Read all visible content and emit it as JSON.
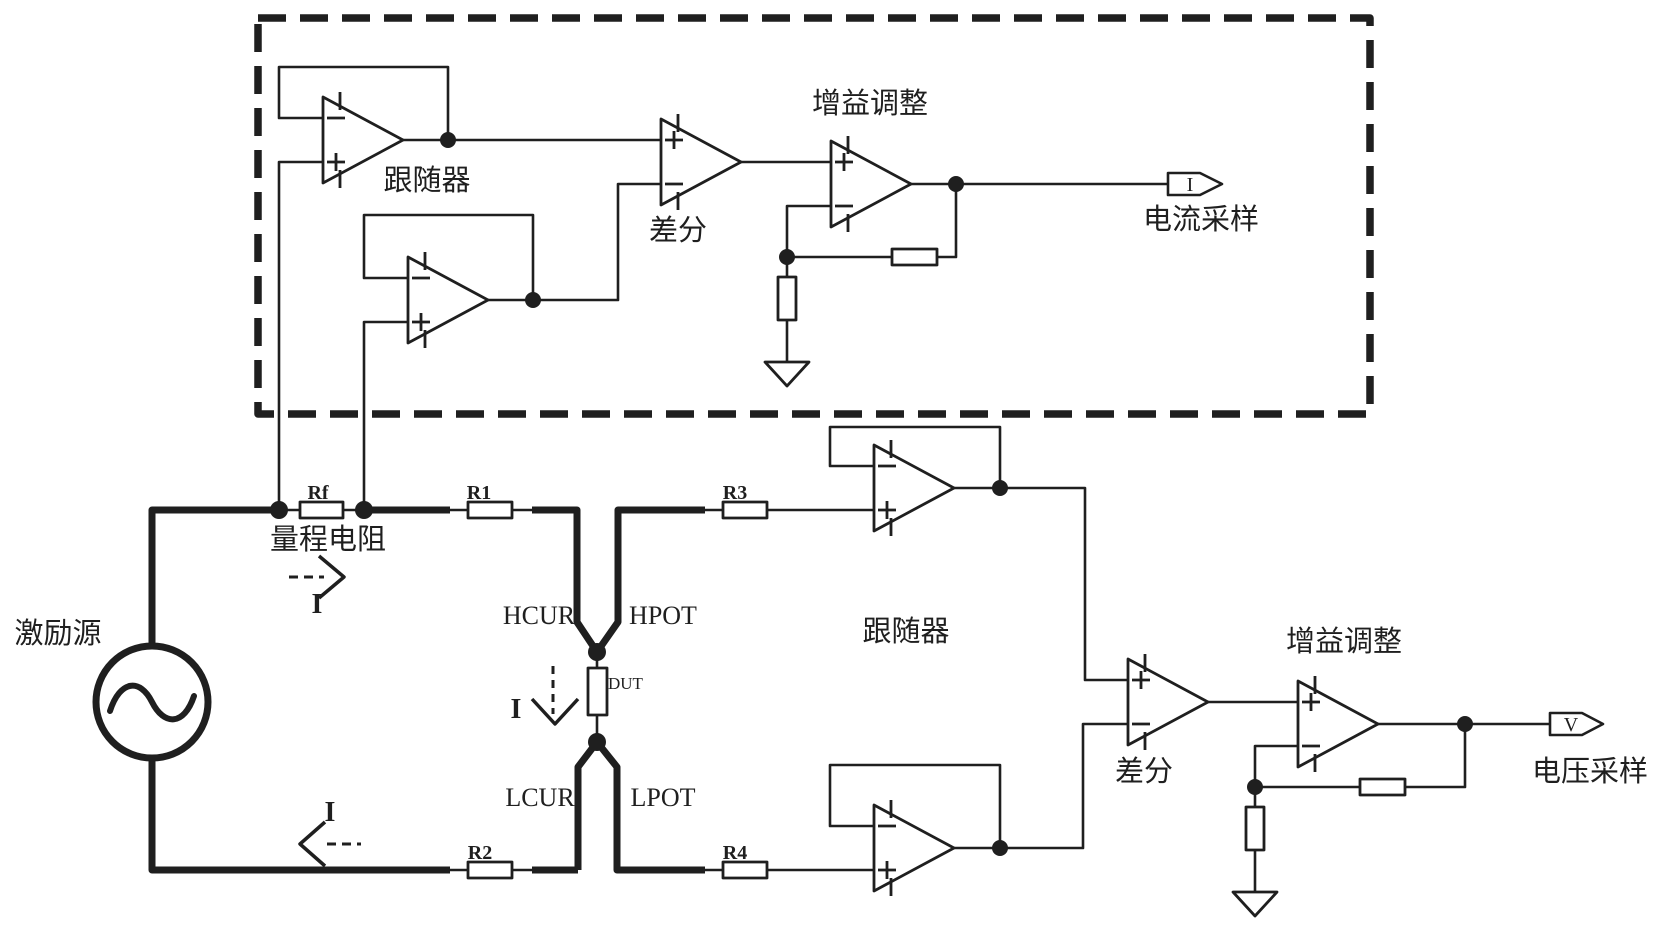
{
  "diagram": {
    "title_hint": "auto-balancing impedance measurement front-end schematic",
    "colors": {
      "line": "#1f1f1f",
      "text": "#1f1f1f",
      "background": "#ffffff"
    },
    "labels": {
      "excitation_source": "激励源",
      "range_resistor": "量程电阻",
      "follower_top": "跟随器",
      "follower_bottom": "跟随器",
      "diff_top": "差分",
      "diff_bottom": "差分",
      "gain_top": "增益调整",
      "gain_bottom": "增益调整",
      "current_sampling": "电流采样",
      "voltage_sampling": "电压采样",
      "rf": "Rf",
      "r1": "R1",
      "r2": "R2",
      "r3": "R3",
      "r4": "R4",
      "dut": "DUT",
      "hcur": "HCUR",
      "hpot": "HPOT",
      "lcur": "LCUR",
      "lpot": "LPOT",
      "current_arrow_top": "I",
      "current_arrow_bottom": "I",
      "current_arrow_dut": "I",
      "flag_current": "I",
      "flag_voltage": "V"
    }
  }
}
